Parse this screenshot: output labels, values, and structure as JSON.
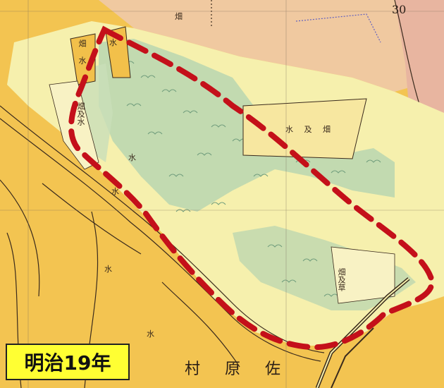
{
  "map": {
    "colors": {
      "farmland": "#f3c451",
      "floodplain": "#f6f0ad",
      "marsh": "#b9d6b0",
      "upper_field": "#f0c9a0",
      "river_bank": "#e2d38a",
      "boundary": "#c4101a",
      "road": "#3a2a1c"
    },
    "labels": {
      "corner_number": "30",
      "village_name": "村 原 佐",
      "field_top": "畑",
      "field_block": "水 及 畑",
      "field_block_south": "畑及草",
      "left_strip_upper": "畑 水",
      "left_strip_lower": "畑及水",
      "water_1": "水",
      "water_2": "水",
      "water_3": "水",
      "water_4": "水",
      "water_5": "水"
    }
  },
  "era_label": "明治19年"
}
